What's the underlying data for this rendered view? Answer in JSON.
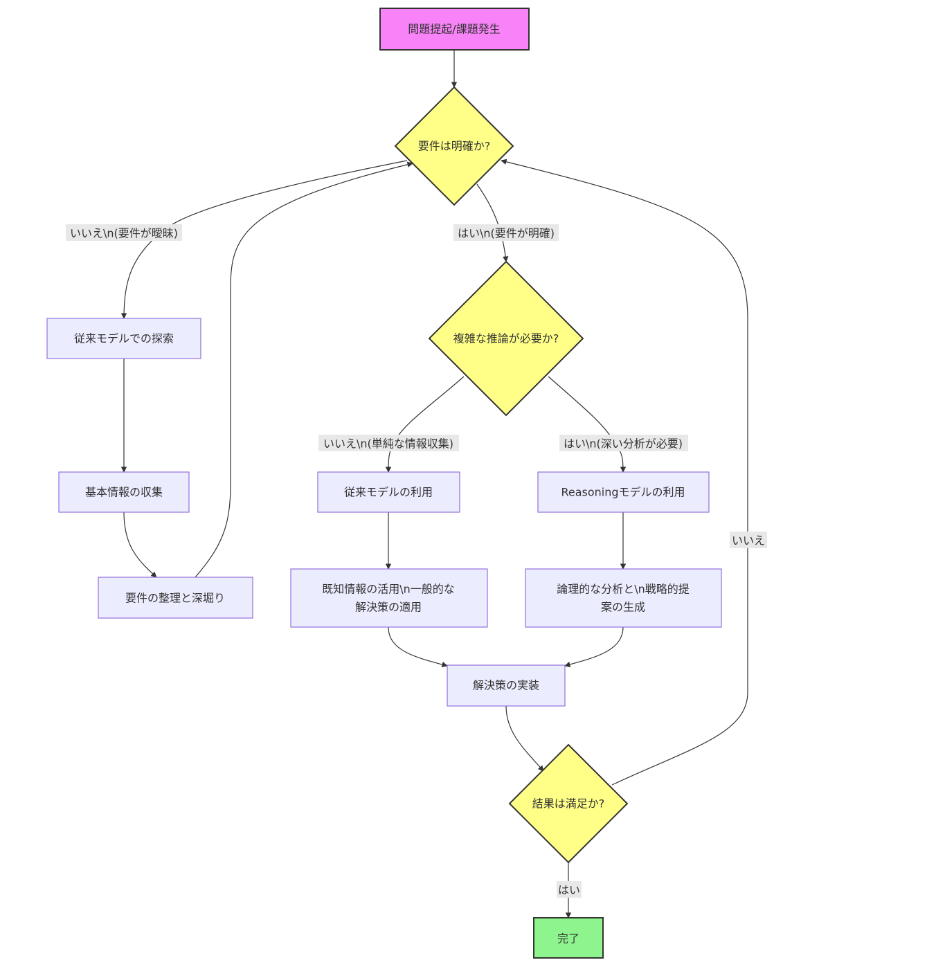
{
  "colors": {
    "start_fill": "#f883f8",
    "decision_fill": "#ffff88",
    "process_fill": "#ececff",
    "process_stroke": "#9370db",
    "end_fill": "#8ef58e",
    "dark_stroke": "#333333",
    "label_bg": "#e8e8e8",
    "text": "#333333"
  },
  "nodes": {
    "start": {
      "lines": [
        "問題提起/課題発生"
      ]
    },
    "d1": {
      "lines": [
        "要件は明確か?"
      ]
    },
    "explore": {
      "lines": [
        "従来モデルでの探索"
      ]
    },
    "collect": {
      "lines": [
        "基本情報の収集"
      ]
    },
    "organize": {
      "lines": [
        "要件の整理と深堀り"
      ]
    },
    "d2": {
      "lines": [
        "複雑な推論が必要か?"
      ]
    },
    "trad": {
      "lines": [
        "従来モデルの利用"
      ]
    },
    "reason": {
      "lines": [
        "Reasoningモデルの利用"
      ]
    },
    "known": {
      "lines": [
        "既知情報の活用\\n一般的な",
        "解決策の適用"
      ]
    },
    "logic": {
      "lines": [
        "論理的な分析と\\n戦略的提",
        "案の生成"
      ]
    },
    "impl": {
      "lines": [
        "解決策の実装"
      ]
    },
    "d3": {
      "lines": [
        "結果は満足か?"
      ]
    },
    "done": {
      "lines": [
        "完了"
      ]
    }
  },
  "edge_labels": {
    "d1_no": "いいえ\\n(要件が曖昧)",
    "d1_yes": "はい\\n(要件が明確)",
    "d2_no": "いいえ\\n(単純な情報収集)",
    "d2_yes": "はい\\n(深い分析が必要)",
    "d3_no": "いいえ",
    "d3_yes": "はい"
  }
}
